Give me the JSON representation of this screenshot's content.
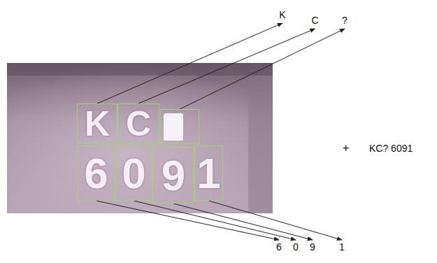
{
  "diagram": {
    "nodes": [
      {
        "text": [
          "K"
        ]
      },
      {
        "text": [
          "C"
        ]
      },
      {
        "text": []
      },
      {
        "text": [
          "6"
        ]
      },
      {
        "text": [
          "0"
        ]
      },
      {
        "text": [
          "9"
        ]
      },
      {
        "text": [
          "1"
        ]
      },
      {
        "text": [
          "K"
        ]
      },
      {
        "text": [
          "C"
        ]
      },
      {
        "text": [
          "?"
        ]
      },
      {
        "text": [
          "6"
        ]
      },
      {
        "text": [
          "0"
        ]
      },
      {
        "text": [
          "9"
        ]
      },
      {
        "text": [
          "1"
        ]
      }
    ],
    "edges": [
      {
        "from": 0,
        "to": 7,
        "arrow": "to"
      },
      {
        "from": 1,
        "to": 8,
        "arrow": "to"
      },
      {
        "from": 2,
        "to": 9,
        "arrow": "to"
      },
      {
        "from": 3,
        "to": 10,
        "arrow": "to"
      },
      {
        "from": 4,
        "to": 11,
        "arrow": "to"
      },
      {
        "from": 5,
        "to": 12,
        "arrow": "to"
      },
      {
        "from": 6,
        "to": 13,
        "arrow": "to"
      }
    ],
    "labels": [
      "+",
      "KC? 6091"
    ]
  }
}
